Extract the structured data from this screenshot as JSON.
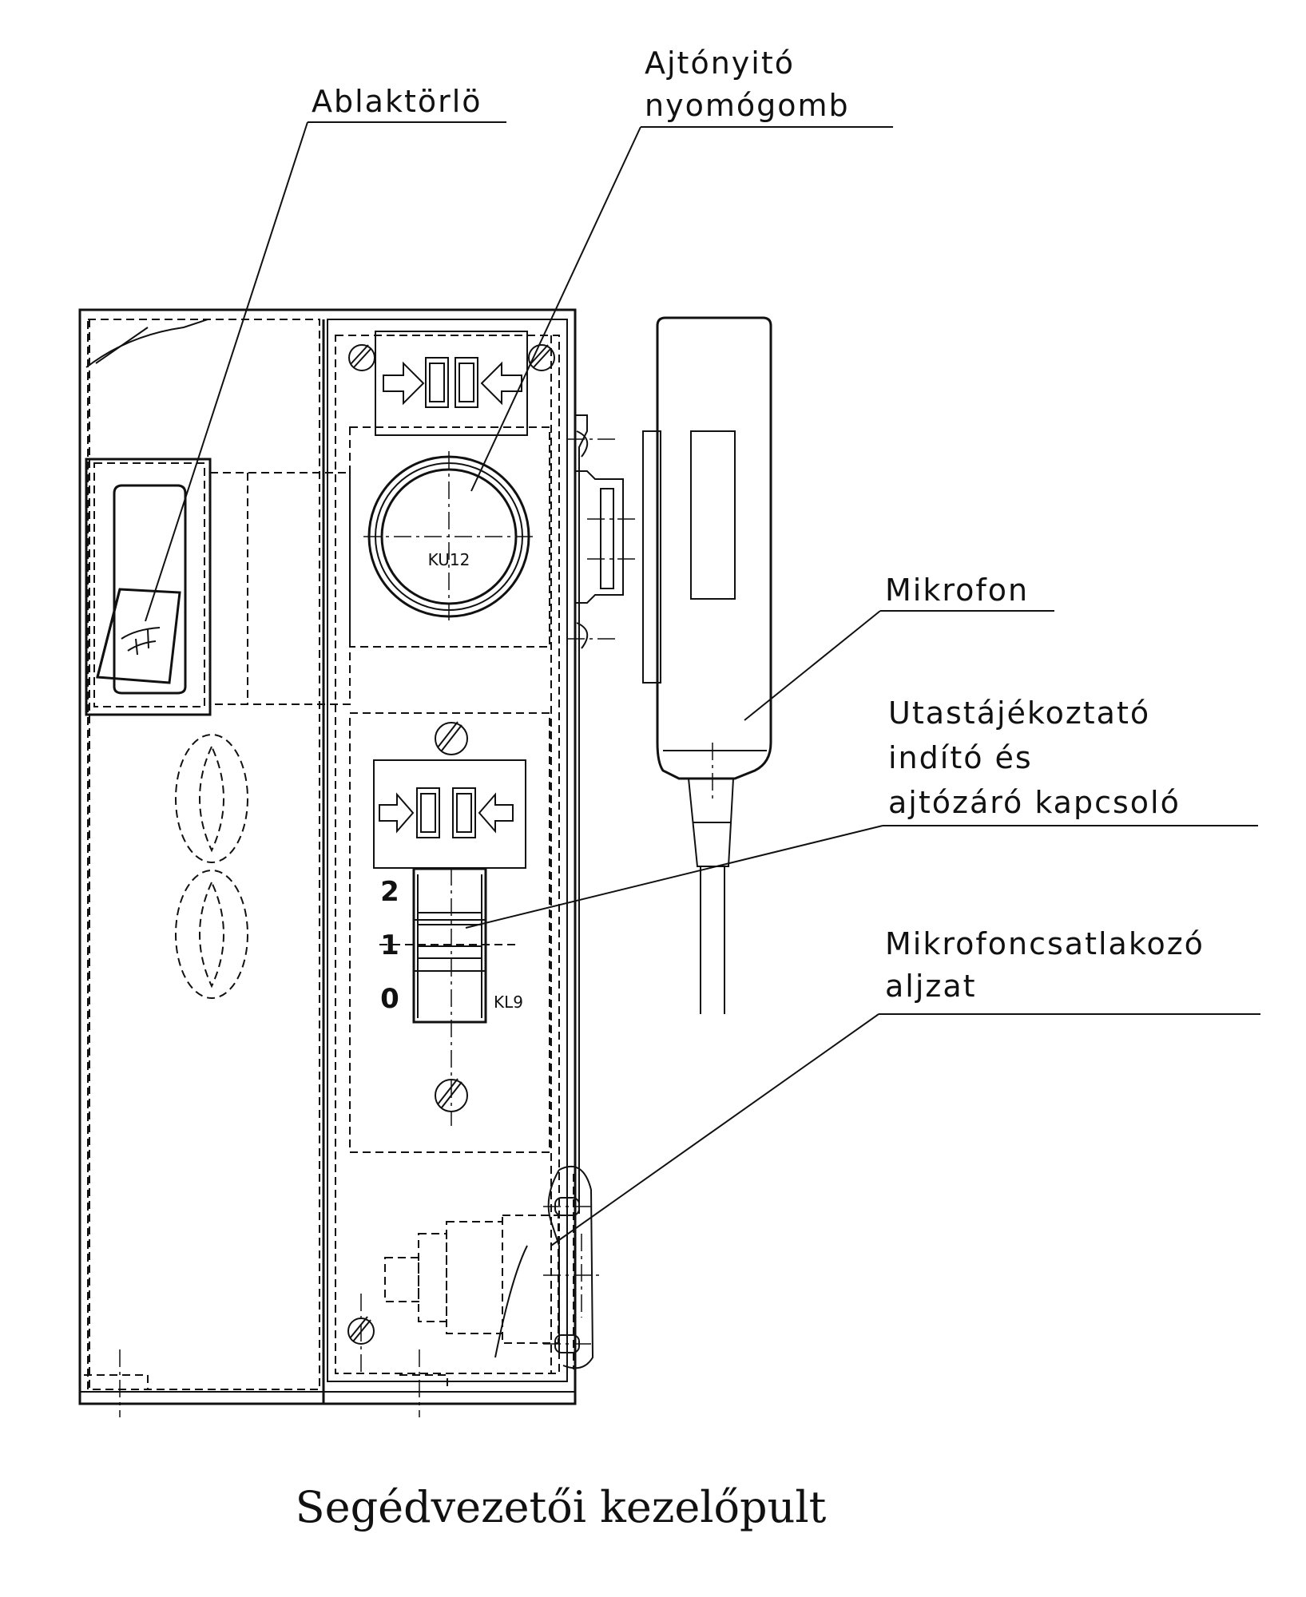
{
  "labels": {
    "wiper": "Ablaktörlö",
    "door_button_line1": "Ajtónyitó",
    "door_button_line2": "nyomógomb",
    "microphone": "Mikrofon",
    "pa_switch_line1": "Utastájékoztató",
    "pa_switch_line2": "indító és",
    "pa_switch_line3": "ajtózáró kapcsoló",
    "mic_socket_line1": "Mikrofoncsatlakozó",
    "mic_socket_line2": "aljzat"
  },
  "part_codes": {
    "button": "KU12",
    "switch": "KL9"
  },
  "switch_positions": [
    "2",
    "1",
    "0"
  ],
  "caption": "Segédvezetői kezelőpult"
}
